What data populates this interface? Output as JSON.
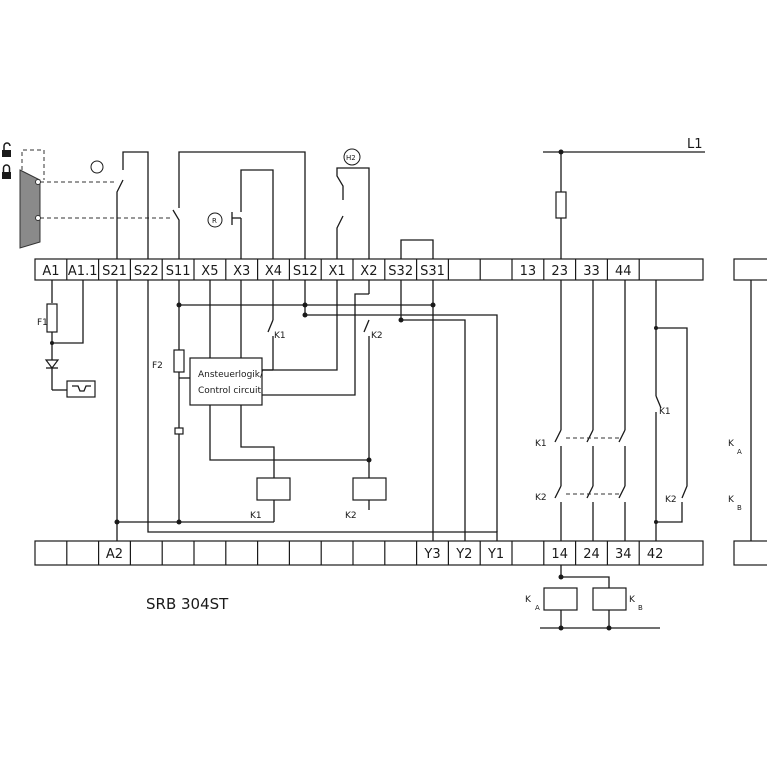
{
  "terminals_top": [
    "A1",
    "A1.1",
    "S21",
    "S22",
    "S11",
    "X5",
    "X3",
    "X4",
    "S12",
    "X1",
    "X2",
    "S32",
    "S31",
    "",
    "",
    "13",
    "23",
    "33",
    "44",
    ""
  ],
  "terminals_bottom": [
    "",
    "",
    "A2",
    "",
    "",
    "",
    "",
    "",
    "",
    "",
    "",
    "",
    "Y3",
    "Y2",
    "Y1",
    "",
    "14",
    "24",
    "34",
    "42"
  ],
  "labels": {
    "l1": "L1",
    "f1": "F1",
    "f2": "F2",
    "k1": "K1",
    "k2": "K2",
    "ka": "K",
    "kb": "K",
    "sub_a": "A",
    "sub_b": "B",
    "control_line1": "Ansteuerlogik/",
    "control_line2": "Control circuit",
    "model": "SRB 304ST",
    "h2": "H2",
    "r": "R"
  },
  "colors": {
    "line": "#1a1a1a",
    "device": "#888888"
  }
}
